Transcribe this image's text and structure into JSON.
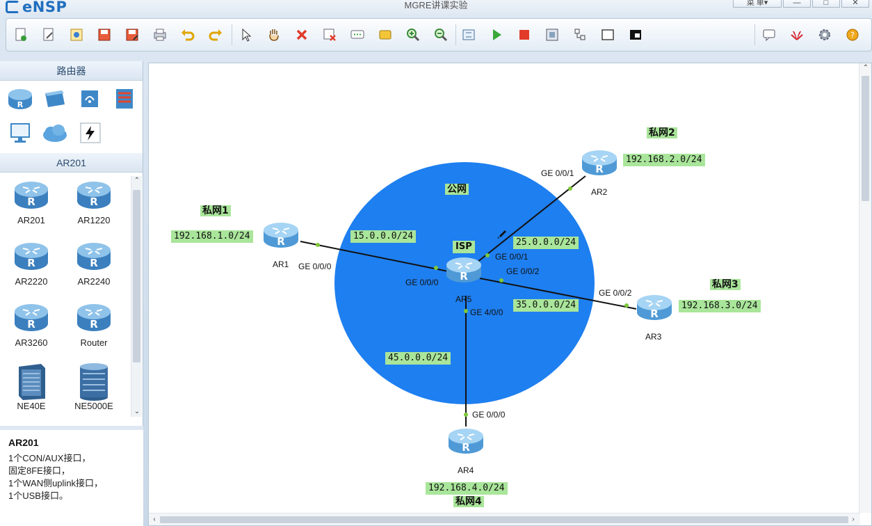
{
  "app": {
    "logo": "eNSP",
    "title": "MGRE讲课实验"
  },
  "window": {
    "menu_label": "菜 单▾",
    "minimize": "—",
    "maximize": "□",
    "close": "✕"
  },
  "toolbar": {
    "icons": [
      "new-topology-icon",
      "new-example-icon",
      "open-icon",
      "save-icon",
      "save-as-icon",
      "print-icon",
      "undo-icon",
      "redo-icon",
      "select-icon",
      "pan-hand-icon",
      "delete-icon",
      "delete-link-icon",
      "text-label-icon",
      "shape-icon",
      "zoom-in-icon",
      "zoom-out-icon",
      "fit-view-icon",
      "start-device-icon",
      "stop-device-icon",
      "capture-icon",
      "topology-icon",
      "window-icon",
      "cli-icon"
    ],
    "right_icons": [
      "chat-icon",
      "huawei-icon",
      "settings-icon",
      "help-icon"
    ]
  },
  "left_panel": {
    "category_header": "路由器",
    "categories": [
      "router-category-icon",
      "switch-category-icon",
      "wlan-category-icon",
      "firewall-category-icon",
      "pc-category-icon",
      "cloud-category-icon",
      "link-category-icon"
    ],
    "device_header": "AR201",
    "devices": [
      "AR201",
      "AR1220",
      "AR2220",
      "AR2240",
      "AR3260",
      "Router",
      "NE40E",
      "NE5000E"
    ],
    "info_title": "AR201",
    "info_lines": [
      "1个CON/AUX接口，",
      "固定8FE接口，",
      "1个WAN侧uplink接口，",
      "1个USB接口。"
    ]
  },
  "topology": {
    "cloud_label": "公网",
    "isp_label": "ISP",
    "routers": [
      {
        "name": "AR1"
      },
      {
        "name": "AR2"
      },
      {
        "name": "AR3"
      },
      {
        "name": "AR4"
      },
      {
        "name": "AR5"
      }
    ],
    "private_nets": [
      "私网1",
      "私网2",
      "私网3",
      "私网4"
    ],
    "lan_subnets": [
      "192.168.1.0/24",
      "192.168.2.0/24",
      "192.168.3.0/24",
      "192.168.4.0/24"
    ],
    "wan_subnets": [
      "15.0.0.0/24",
      "25.0.0.0/24",
      "35.0.0.0/24",
      "45.0.0.0/24"
    ],
    "interfaces": {
      "ar1": "GE 0/0/0",
      "ar2": "GE 0/0/1",
      "ar3": "GE 0/0/2",
      "ar4": "GE 0/0/0",
      "ar5_to_ar1": "GE 0/0/0",
      "ar5_to_ar2": "GE 0/0/1",
      "ar5_to_ar3": "GE 0/0/2",
      "ar5_to_ar4": "GE 4/0/0"
    }
  },
  "colors": {
    "cloud": "#1e7ff0",
    "label_bg": "#a9e59a",
    "router": "#5aa9e0"
  }
}
